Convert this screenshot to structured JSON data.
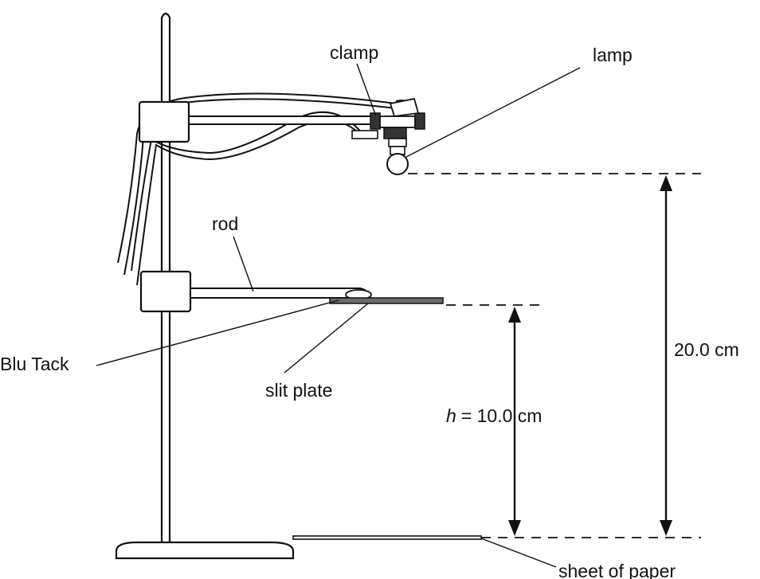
{
  "labels": {
    "clamp": "clamp",
    "lamp": "lamp",
    "rod": "rod",
    "blu_tack": "Blu Tack",
    "slit_plate": "slit plate",
    "paper": "sheet of paper"
  },
  "dimensions": {
    "lamp_height": "20.0 cm",
    "h_symbol": "h",
    "h_value": "= 10.0 cm"
  },
  "colors": {
    "line": "#111111",
    "slit_plate": "#6b6b6b",
    "background": "#ffffff"
  }
}
